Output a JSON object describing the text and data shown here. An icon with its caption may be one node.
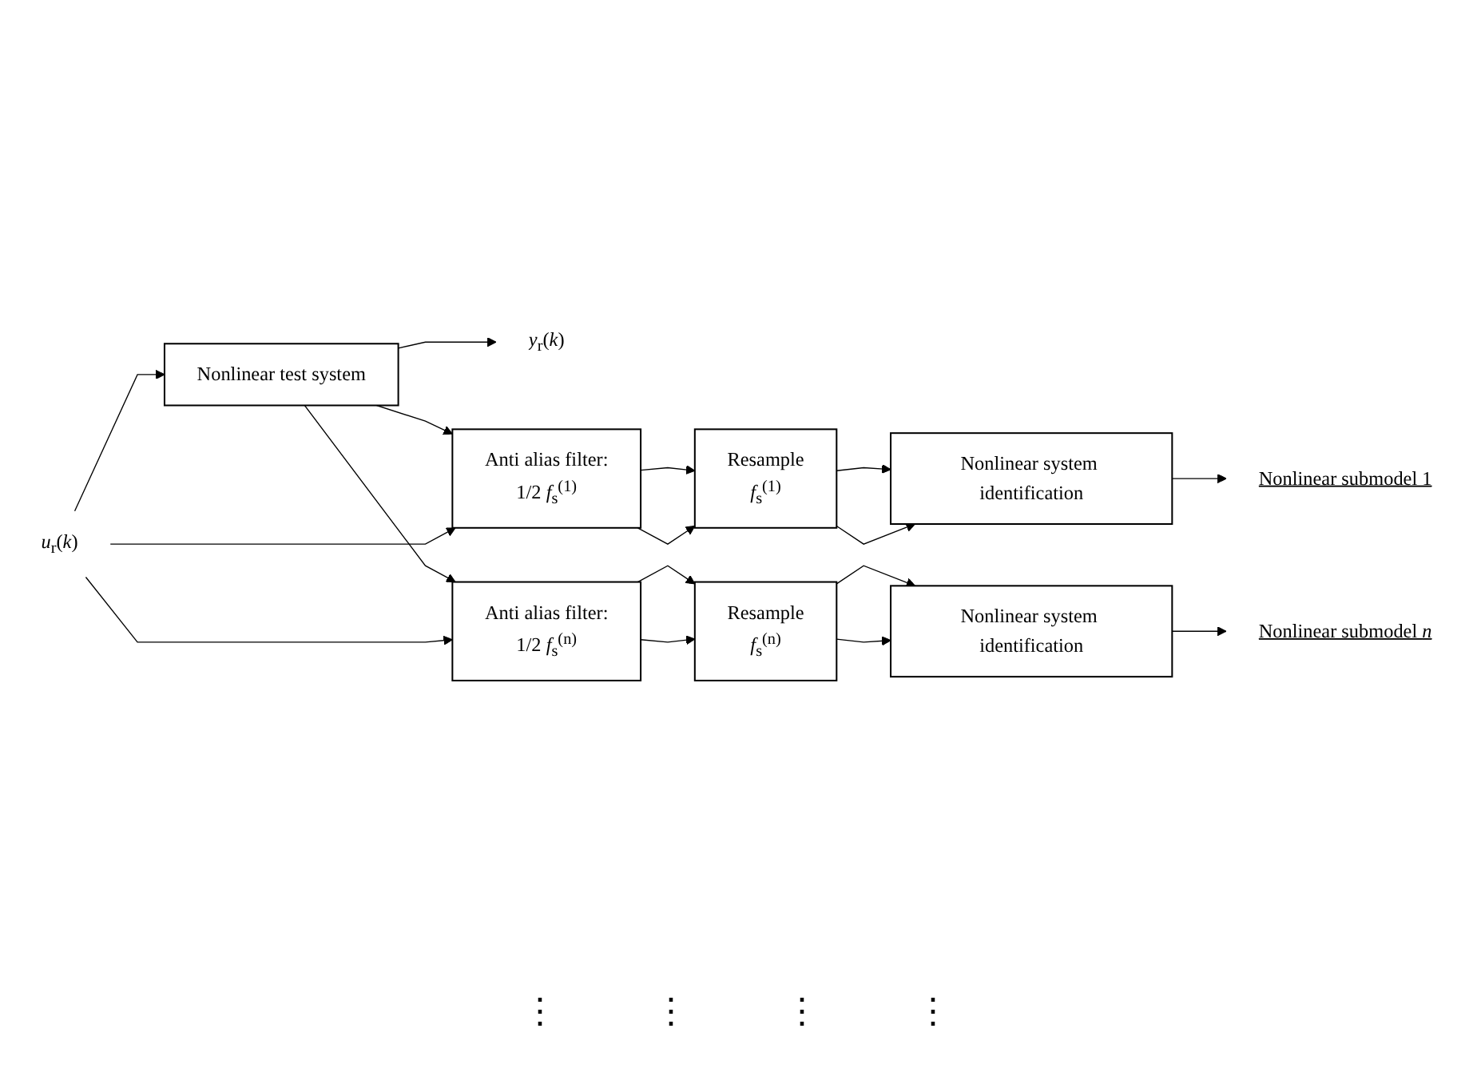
{
  "diagram": {
    "nodes": [
      {
        "text": [
          "*u*$_{r}$(*k*)"
        ]
      },
      {
        "text": [
          "Nonlinear test system"
        ]
      },
      {
        "text": [
          "*y*$_{r}$(*k*)"
        ]
      },
      {
        "text": [
          "Anti alias filter:",
          "1/2 *f*$_{s}$$^{(1)}$"
        ]
      },
      {
        "text": [
          "Resample",
          "*f*$_{s}$$^{(1)}$"
        ]
      },
      {
        "text": [
          "Nonlinear system identification"
        ]
      },
      {
        "text": [
          "Nonlinear submodel 1"
        ]
      },
      {
        "text": [
          "Anti alias filter:",
          "1/2 *f*$_{s}$$^{(n)}$"
        ]
      },
      {
        "text": [
          "Resample",
          "*f*$_{s}$$^{(n)}$"
        ]
      },
      {
        "text": [
          "Nonlinear system identification"
        ]
      },
      {
        "text": [
          "Nonlinear submodel *n*"
        ]
      }
    ],
    "edges": [
      {
        "from": 0,
        "to": 1,
        "arrow": "to"
      },
      {
        "from": 1,
        "to": 2,
        "arrow": "to"
      },
      {
        "from": 1,
        "to": 3,
        "arrow": "to"
      },
      {
        "from": 0,
        "to": 3,
        "arrow": "to"
      },
      {
        "from": 1,
        "to": 7,
        "arrow": "to"
      },
      {
        "from": 0,
        "to": 7,
        "arrow": "to"
      },
      {
        "from": 3,
        "to": 4,
        "arrow": "to"
      },
      {
        "from": 3,
        "to": 4,
        "arrow": "to"
      },
      {
        "from": 4,
        "to": 5,
        "arrow": "to"
      },
      {
        "from": 4,
        "to": 5,
        "arrow": "to"
      },
      {
        "from": 5,
        "to": 6,
        "arrow": "to"
      },
      {
        "from": 7,
        "to": 8,
        "arrow": "to"
      },
      {
        "from": 7,
        "to": 8,
        "arrow": "to"
      },
      {
        "from": 8,
        "to": 9,
        "arrow": "to"
      },
      {
        "from": 8,
        "to": 9,
        "arrow": "to"
      },
      {
        "from": 9,
        "to": 10,
        "arrow": "to"
      }
    ],
    "labels": [
      "⋮",
      "⋮",
      "⋮",
      "⋮"
    ]
  }
}
